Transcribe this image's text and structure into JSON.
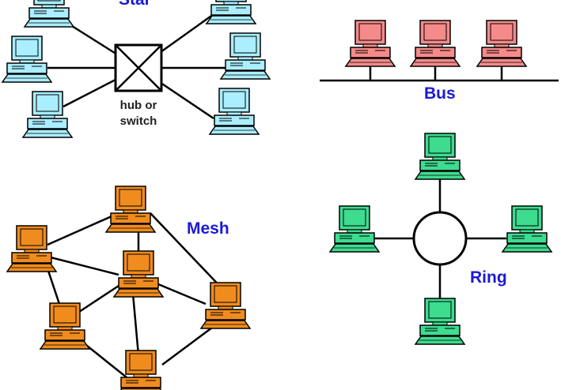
{
  "star": {
    "title": "Star",
    "hub_label_1": "hub or",
    "hub_label_2": "switch",
    "color": "#aaeeff"
  },
  "bus": {
    "title": "Bus",
    "color": "#f58a8a"
  },
  "mesh": {
    "title": "Mesh",
    "color": "#f08c1e"
  },
  "ring": {
    "title": "Ring",
    "color": "#3ddc8f"
  },
  "icons": {
    "computer": "computer-icon",
    "hub": "hub-switch-icon",
    "ring_hub": "ring-circle-icon"
  }
}
